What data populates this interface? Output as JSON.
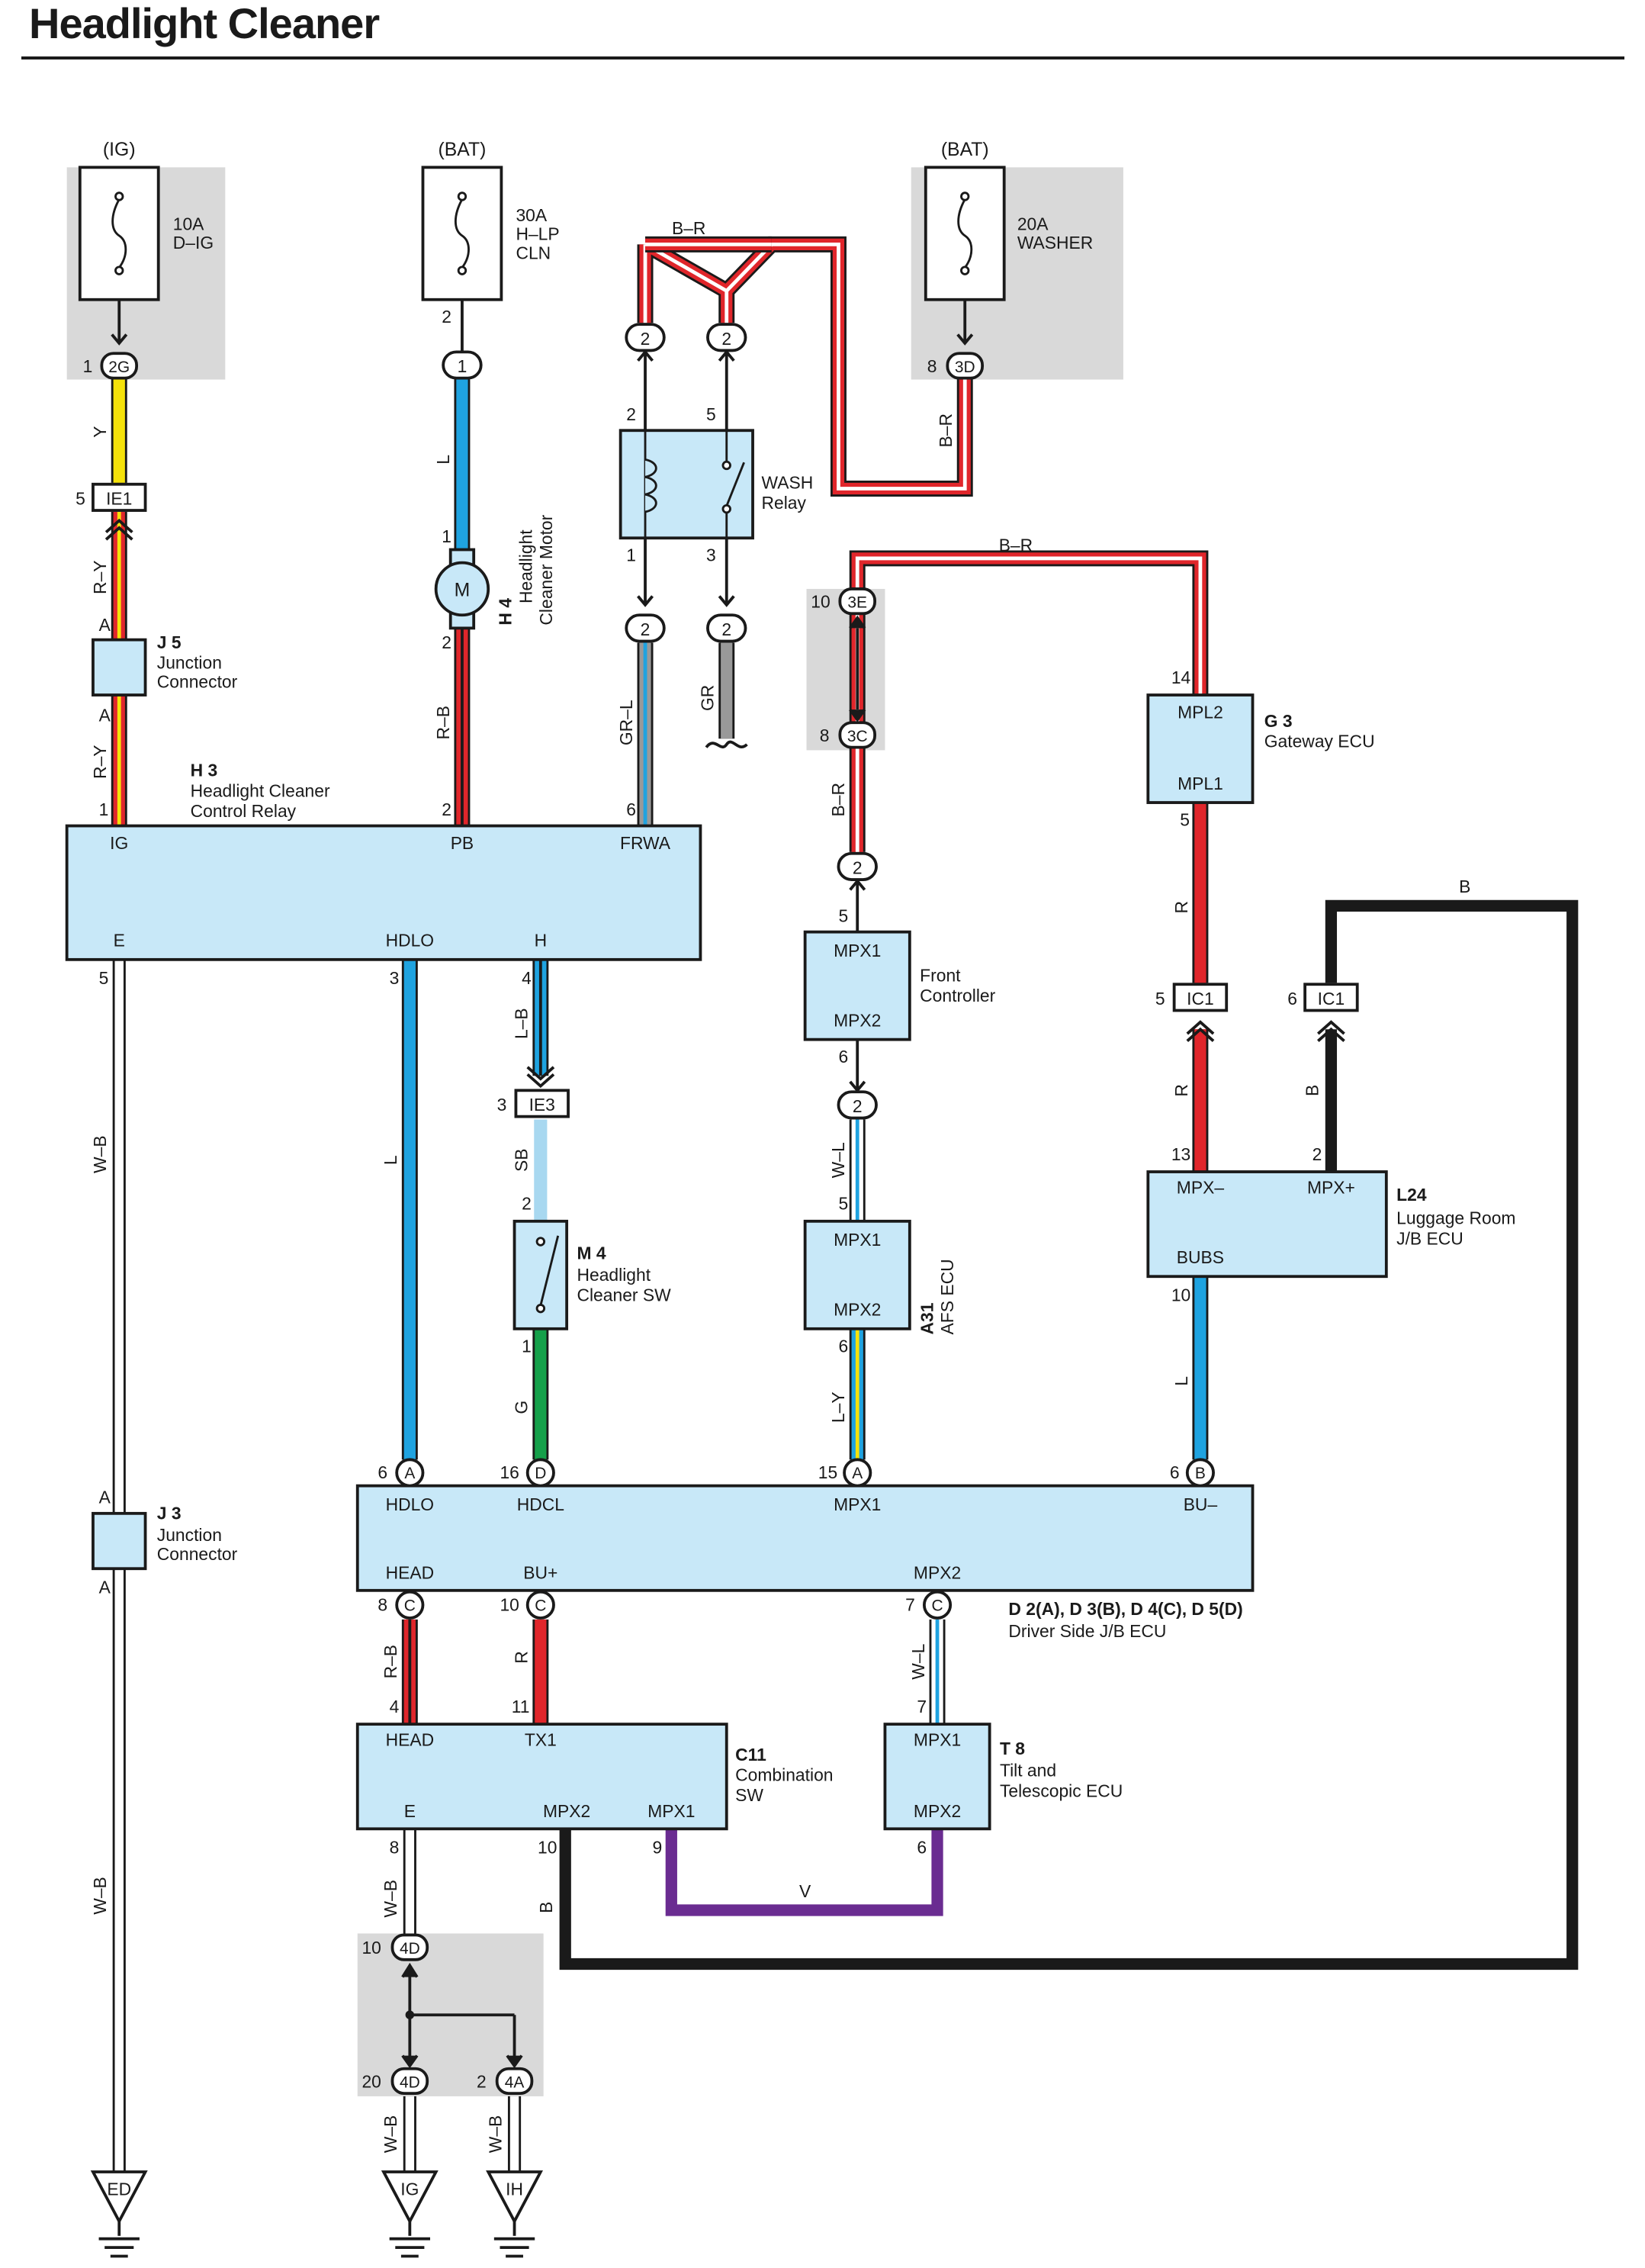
{
  "title": "Headlight Cleaner",
  "colors": {
    "box_fill": "#c8e8f8",
    "shade": "#d9d9d9",
    "wire_Y": "#f5e20a",
    "wire_L": "#1fa3e0",
    "wire_R": "#e0262b",
    "wire_G": "#15a04a",
    "wire_SB": "#a8d8f0",
    "wire_V": "#6a2c91",
    "wire_GR": "#999999",
    "wire_B": "#1a1a1a"
  },
  "power": [
    {
      "source": "(IG)",
      "fuse": "10A D–IG",
      "amp": "10A",
      "name": "D–IG",
      "pin": "1",
      "conn": "2G"
    },
    {
      "source": "(BAT)",
      "fuse": "30A H–LP CLN",
      "amp": "30A",
      "name": "H–LP",
      "name2": "CLN",
      "pin": "2",
      "conn": "1"
    },
    {
      "source": "(BAT)",
      "fuse": "20A WASHER",
      "amp": "20A",
      "name": "WASHER",
      "pin": "8",
      "conn": "3D"
    }
  ],
  "components": {
    "J5": {
      "id": "J 5",
      "line1": "Junction",
      "line2": "Connector",
      "pin_top": "A",
      "pin_bottom": "A"
    },
    "J3": {
      "id": "J 3",
      "line1": "Junction",
      "line2": "Connector",
      "pin_top": "A",
      "pin_bottom": "A"
    },
    "H3": {
      "id": "H 3",
      "line1": "Headlight Cleaner",
      "line2": "Control Relay",
      "pins": {
        "IG": "IG",
        "PB": "PB",
        "FRWA": "FRWA",
        "E": "E",
        "HDLO": "HDLO",
        "H": "H"
      }
    },
    "H4": {
      "id": "H 4",
      "line1": "Headlight",
      "line2": "Cleaner Motor",
      "symbol": "M"
    },
    "wash_relay": {
      "line1": "WASH",
      "line2": "Relay"
    },
    "M4": {
      "id": "M 4",
      "line1": "Headlight",
      "line2": "Cleaner SW"
    },
    "G3": {
      "id": "G 3",
      "line1": "Gateway ECU",
      "pin_top": "MPL2",
      "pin_bottom": "MPL1"
    },
    "front": {
      "line1": "Front",
      "line2": "Controller",
      "pin_top": "MPX1",
      "pin_bottom": "MPX2"
    },
    "A31": {
      "id": "A31",
      "line1": "AFS ECU",
      "pin_top": "MPX1",
      "pin_bottom": "MPX2"
    },
    "L24": {
      "id": "L24",
      "line1": "Luggage Room",
      "line2": "J/B ECU",
      "pin_mpxm": "MPX–",
      "pin_mpxp": "MPX+",
      "pin_bubs": "BUBS"
    },
    "D2": {
      "id": "D 2(A), D 3(B), D 4(C), D 5(D)",
      "line1": "Driver Side J/B ECU",
      "pins": {
        "HDLO": "HDLO",
        "HDCL": "HDCL",
        "MPX1": "MPX1",
        "BU": "BU–",
        "HEAD": "HEAD",
        "BUP": "BU+",
        "MPX2": "MPX2"
      }
    },
    "C11": {
      "id": "C11",
      "line1": "Combination",
      "line2": "SW",
      "pins": {
        "HEAD": "HEAD",
        "TX1": "TX1",
        "E": "E",
        "MPX2": "MPX2",
        "MPX1": "MPX1"
      }
    },
    "T8": {
      "id": "T 8",
      "line1": "Tilt and",
      "line2": "Telescopic ECU",
      "pin_top": "MPX1",
      "pin_bottom": "MPX2"
    }
  },
  "wire_colors": {
    "Y": "Y",
    "RY": "R–Y",
    "L": "L",
    "RB": "R–B",
    "BR": "B–R",
    "GRL": "GR–L",
    "GR": "GR",
    "WB": "W–B",
    "LB": "L–B",
    "SB": "SB",
    "G": "G",
    "WL": "W–L",
    "LY": "L–Y",
    "R": "R",
    "B": "B",
    "V": "V"
  },
  "connectors": {
    "IE1": "IE1",
    "IE3": "IE3",
    "IC1": "IC1",
    "c3E": "3E",
    "c3C": "3C",
    "c4D": "4D",
    "c4A": "4A",
    "A": "A",
    "B": "B",
    "C": "C",
    "D": "D",
    "two": "2"
  },
  "grounds": {
    "ED": "ED",
    "IG": "IG",
    "IH": "IH"
  },
  "pin_numbers": {
    "n1": "1",
    "n2": "2",
    "n3": "3",
    "n4": "4",
    "n5": "5",
    "n6": "6",
    "n7": "7",
    "n8": "8",
    "n9": "9",
    "n10": "10",
    "n11": "11",
    "n13": "13",
    "n14": "14",
    "n15": "15",
    "n16": "16",
    "n20": "20"
  }
}
